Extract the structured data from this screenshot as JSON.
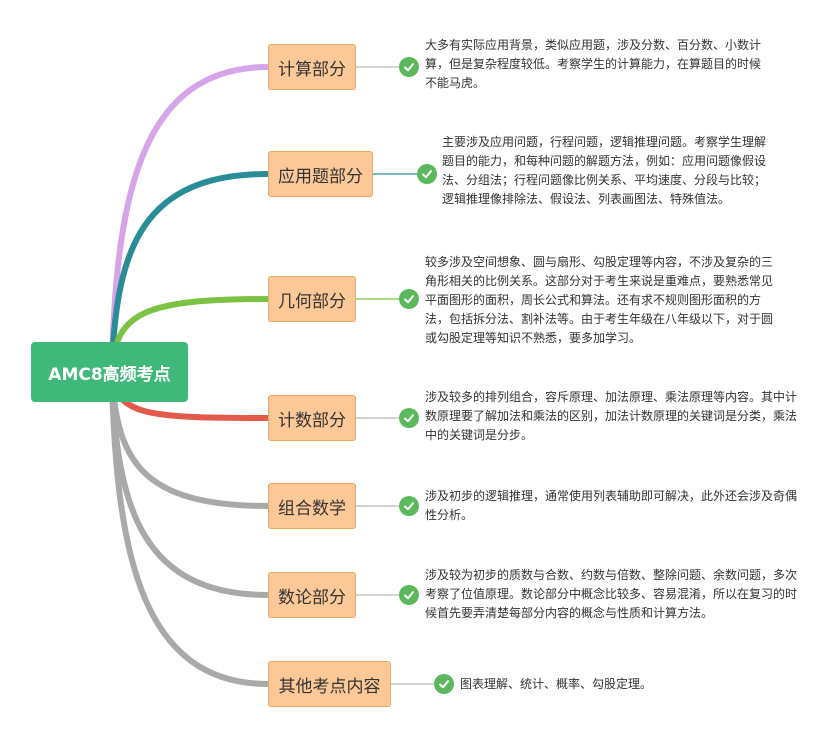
{
  "root": {
    "label": "AMC8高频考点"
  },
  "colors": {
    "root_bg": "#3fb87a",
    "node_bg": "#fcc898",
    "node_border": "#e8a860",
    "check": "#5cb85c",
    "branch_colors": [
      "#d6a4e8",
      "#2a8c96",
      "#7cc244",
      "#e45a4a",
      "#a9a9a9",
      "#a9a9a9",
      "#a9a9a9"
    ]
  },
  "branches": [
    {
      "label": "计算部分",
      "check_icon": "check-circle-icon",
      "desc": "大多有实际应用背景，类似应用题，涉及分数、百分数、小数计算，但是复杂程度较低。考察学生的计算能力，在算题目的时候不能马虎。"
    },
    {
      "label": "应用题部分",
      "check_icon": "check-circle-icon",
      "desc": "主要涉及应用问题，行程问题，逻辑推理问题。考察学生理解题目的能力，和每种问题的解题方法，例如：应用问题像假设法、分组法；行程问题像比例关系、平均速度、分段与比较；逻辑推理像排除法、假设法、列表画图法、特殊值法。"
    },
    {
      "label": "几何部分",
      "check_icon": "check-circle-icon",
      "desc": "较多涉及空间想象、圆与扇形、勾股定理等内容，不涉及复杂的三角形相关的比例关系。这部分对于考生来说是重难点，要熟悉常见平面图形的面积，周长公式和算法。还有求不规则图形面积的方法，包括拆分法、割补法等。由于考生年级在八年级以下，对于圆或勾股定理等知识不熟悉，要多加学习。"
    },
    {
      "label": "计数部分",
      "check_icon": "check-circle-icon",
      "desc": "涉及较多的排列组合，容斥原理、加法原理、乘法原理等内容。其中计数原理要了解加法和乘法的区别，加法计数原理的关键词是分类，乘法中的关键词是分步。"
    },
    {
      "label": "组合数学",
      "check_icon": "check-circle-icon",
      "desc": "涉及初步的逻辑推理，通常使用列表辅助即可解决，此外还会涉及奇偶性分析。"
    },
    {
      "label": "数论部分",
      "check_icon": "check-circle-icon",
      "desc": "涉及较为初步的质数与合数、约数与倍数、整除问题、余数问题，多次考察了位值原理。数论部分中概念比较多、容易混淆，所以在复习的时候首先要弄清楚每部分内容的概念与性质和计算方法。"
    },
    {
      "label": "其他考点内容",
      "check_icon": "check-circle-icon",
      "desc": "图表理解、统计、概率、勾股定理。"
    }
  ]
}
